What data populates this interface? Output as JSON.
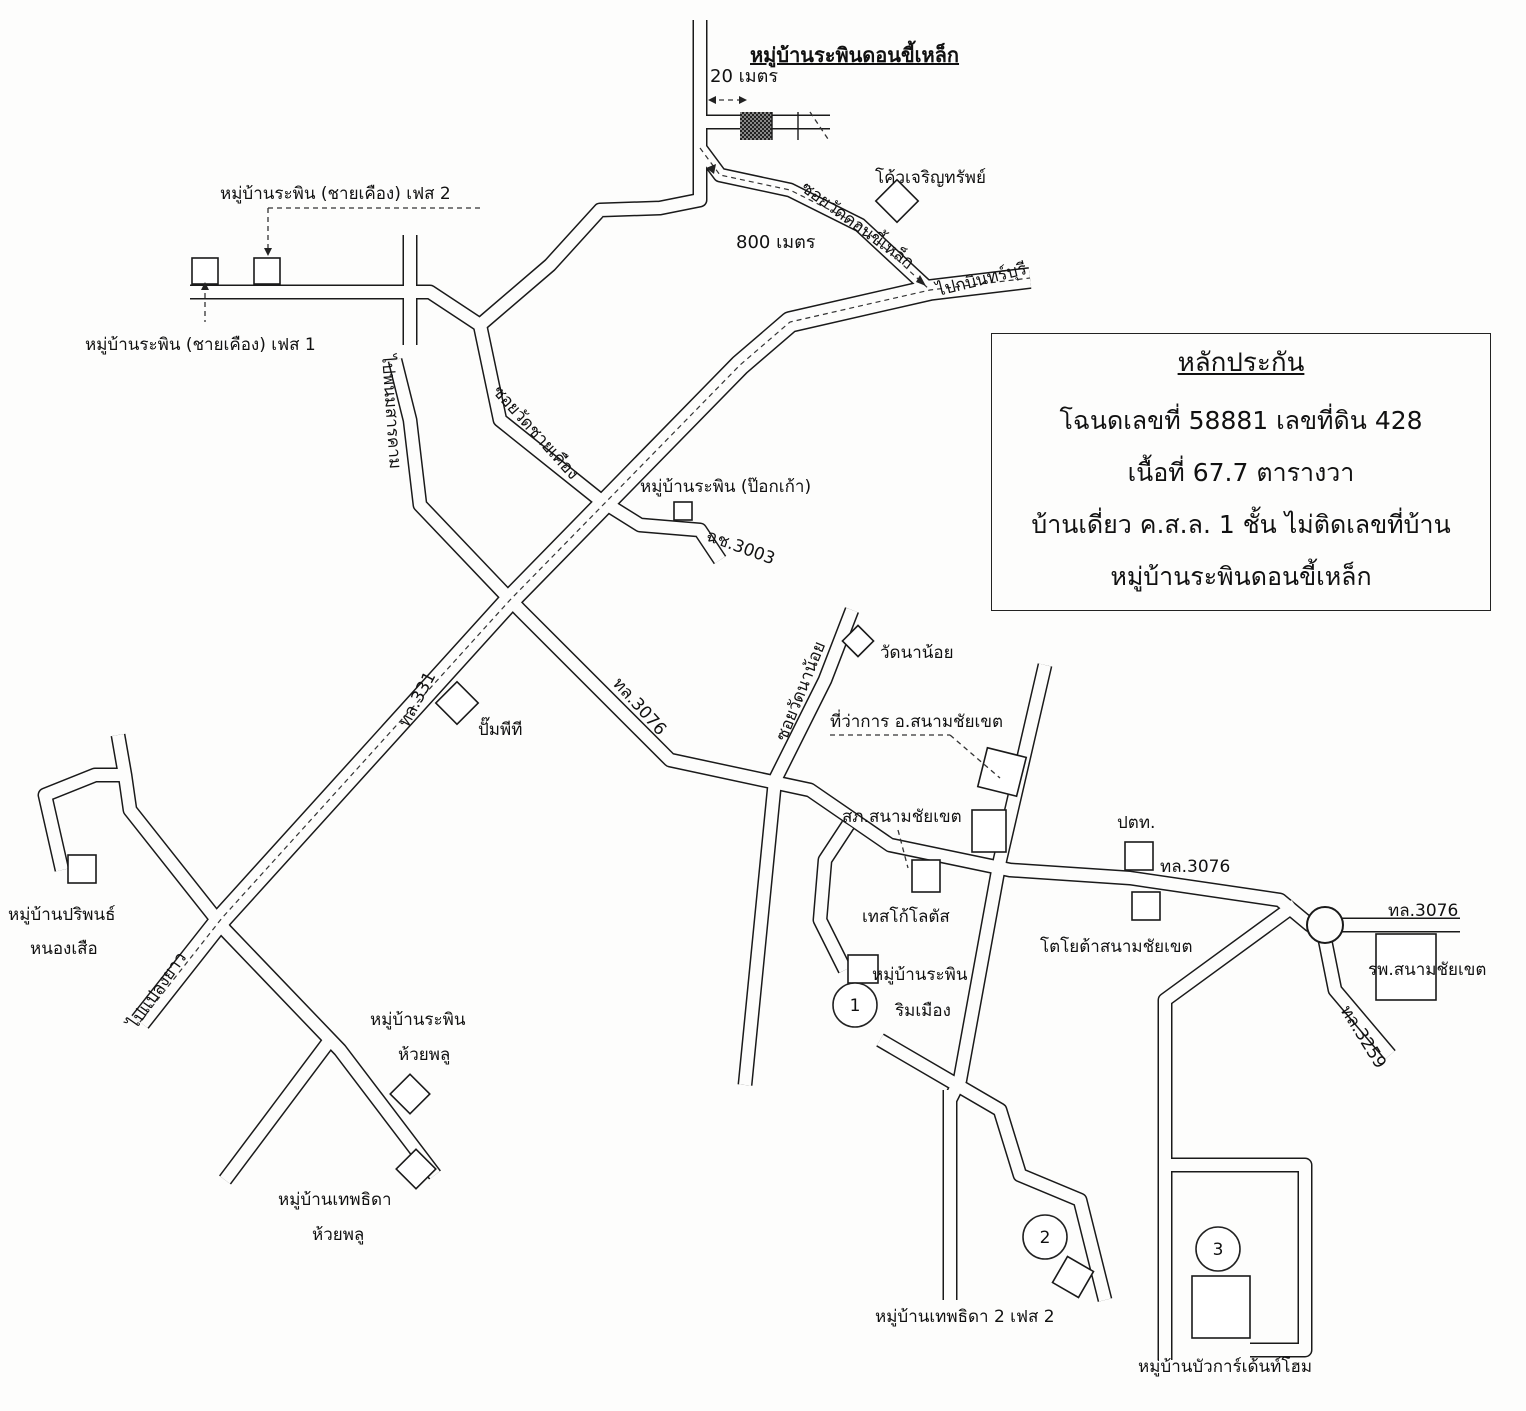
{
  "map": {
    "title": "หมู่บ้านระพินดอนขี้เหล็ก",
    "scale_label": "20 เมตร",
    "distance_label": "800 เมตร",
    "collateral": {
      "heading": "หลักประกัน",
      "line1": "โฉนดเลขที่ 58881 เลขที่ดิน 428",
      "line2": "เนื้อที่ 67.7  ตารางวา",
      "line3": "บ้านเดี่ยว ค.ส.ล. 1 ชั้น ไม่ติดเลขที่บ้าน",
      "line4": "หมู่บ้านระพินดอนขี้เหล็ก"
    },
    "roads": {
      "soi_wat_don_khi_lek": "ซอยวัดดอนขี้เหล็ก",
      "to_prakhon": "ไปกบินทร์บุรี",
      "to_phanom": "ไปพนมสารคาม",
      "soi_wat_chai_khueang": "ซอยวัดชายเคือง",
      "cho_cho_3003": "ฉช.3003",
      "hwy_331": "ทล.331",
      "hwy_3076_a": "ทล.3076",
      "soi_wat_na_noi": "ซอยวัดนาน้อย",
      "hwy_3076_b": "ทล.3076",
      "hwy_3076_c": "ทล.3076",
      "hwy_3259": "ทล.3259",
      "to_plaeng_yao": "ไปแปลงยาว"
    },
    "places": {
      "khao_charoen": "โค้วเจริญทรัพย์",
      "raphin_phase2": "หมู่บ้านระพิน (ชายเคือง) เฟส 2",
      "raphin_phase1": "หมู่บ้านระพิน (ชายเคือง) เฟส 1",
      "raphin_pok_kao": "หมู่บ้านระพิน (ป๊อกเก้า)",
      "wat_na_noi": "วัดนาน้อย",
      "pump_pt": "ปั๊มพีที",
      "district_office": "ที่ว่าการ อ.สนามชัยเขต",
      "police_station": "สภ.สนามชัยเขต",
      "post_office": "ปตท.",
      "tesco_lotus": "เทสโก้โลตัส",
      "toyota": "โตโยต้าสนามชัยเขต",
      "hospital": "รพ.สนามชัยเขต",
      "raphin_rim_mueang_1": "หมู่บ้านระพิน",
      "raphin_rim_mueang_2": "ริมเมือง",
      "paripon_1": "หมู่บ้านปริพนธ์",
      "paripon_2": "หนองเสือ",
      "raphin_huai_phlu_1": "หมู่บ้านระพิน",
      "raphin_huai_phlu_2": "ห้วยพลู",
      "thepthida_huai_phlu_1": "หมู่บ้านเทพธิดา",
      "thepthida_huai_phlu_2": "ห้วยพลู",
      "thepthida_2_phase2": "หมู่บ้านเทพธิดา 2 เฟส 2",
      "bua_garden_home": "หมู่บ้านบัวการ์เด้นท์โฮม"
    },
    "markers": [
      "1",
      "2",
      "3"
    ]
  }
}
